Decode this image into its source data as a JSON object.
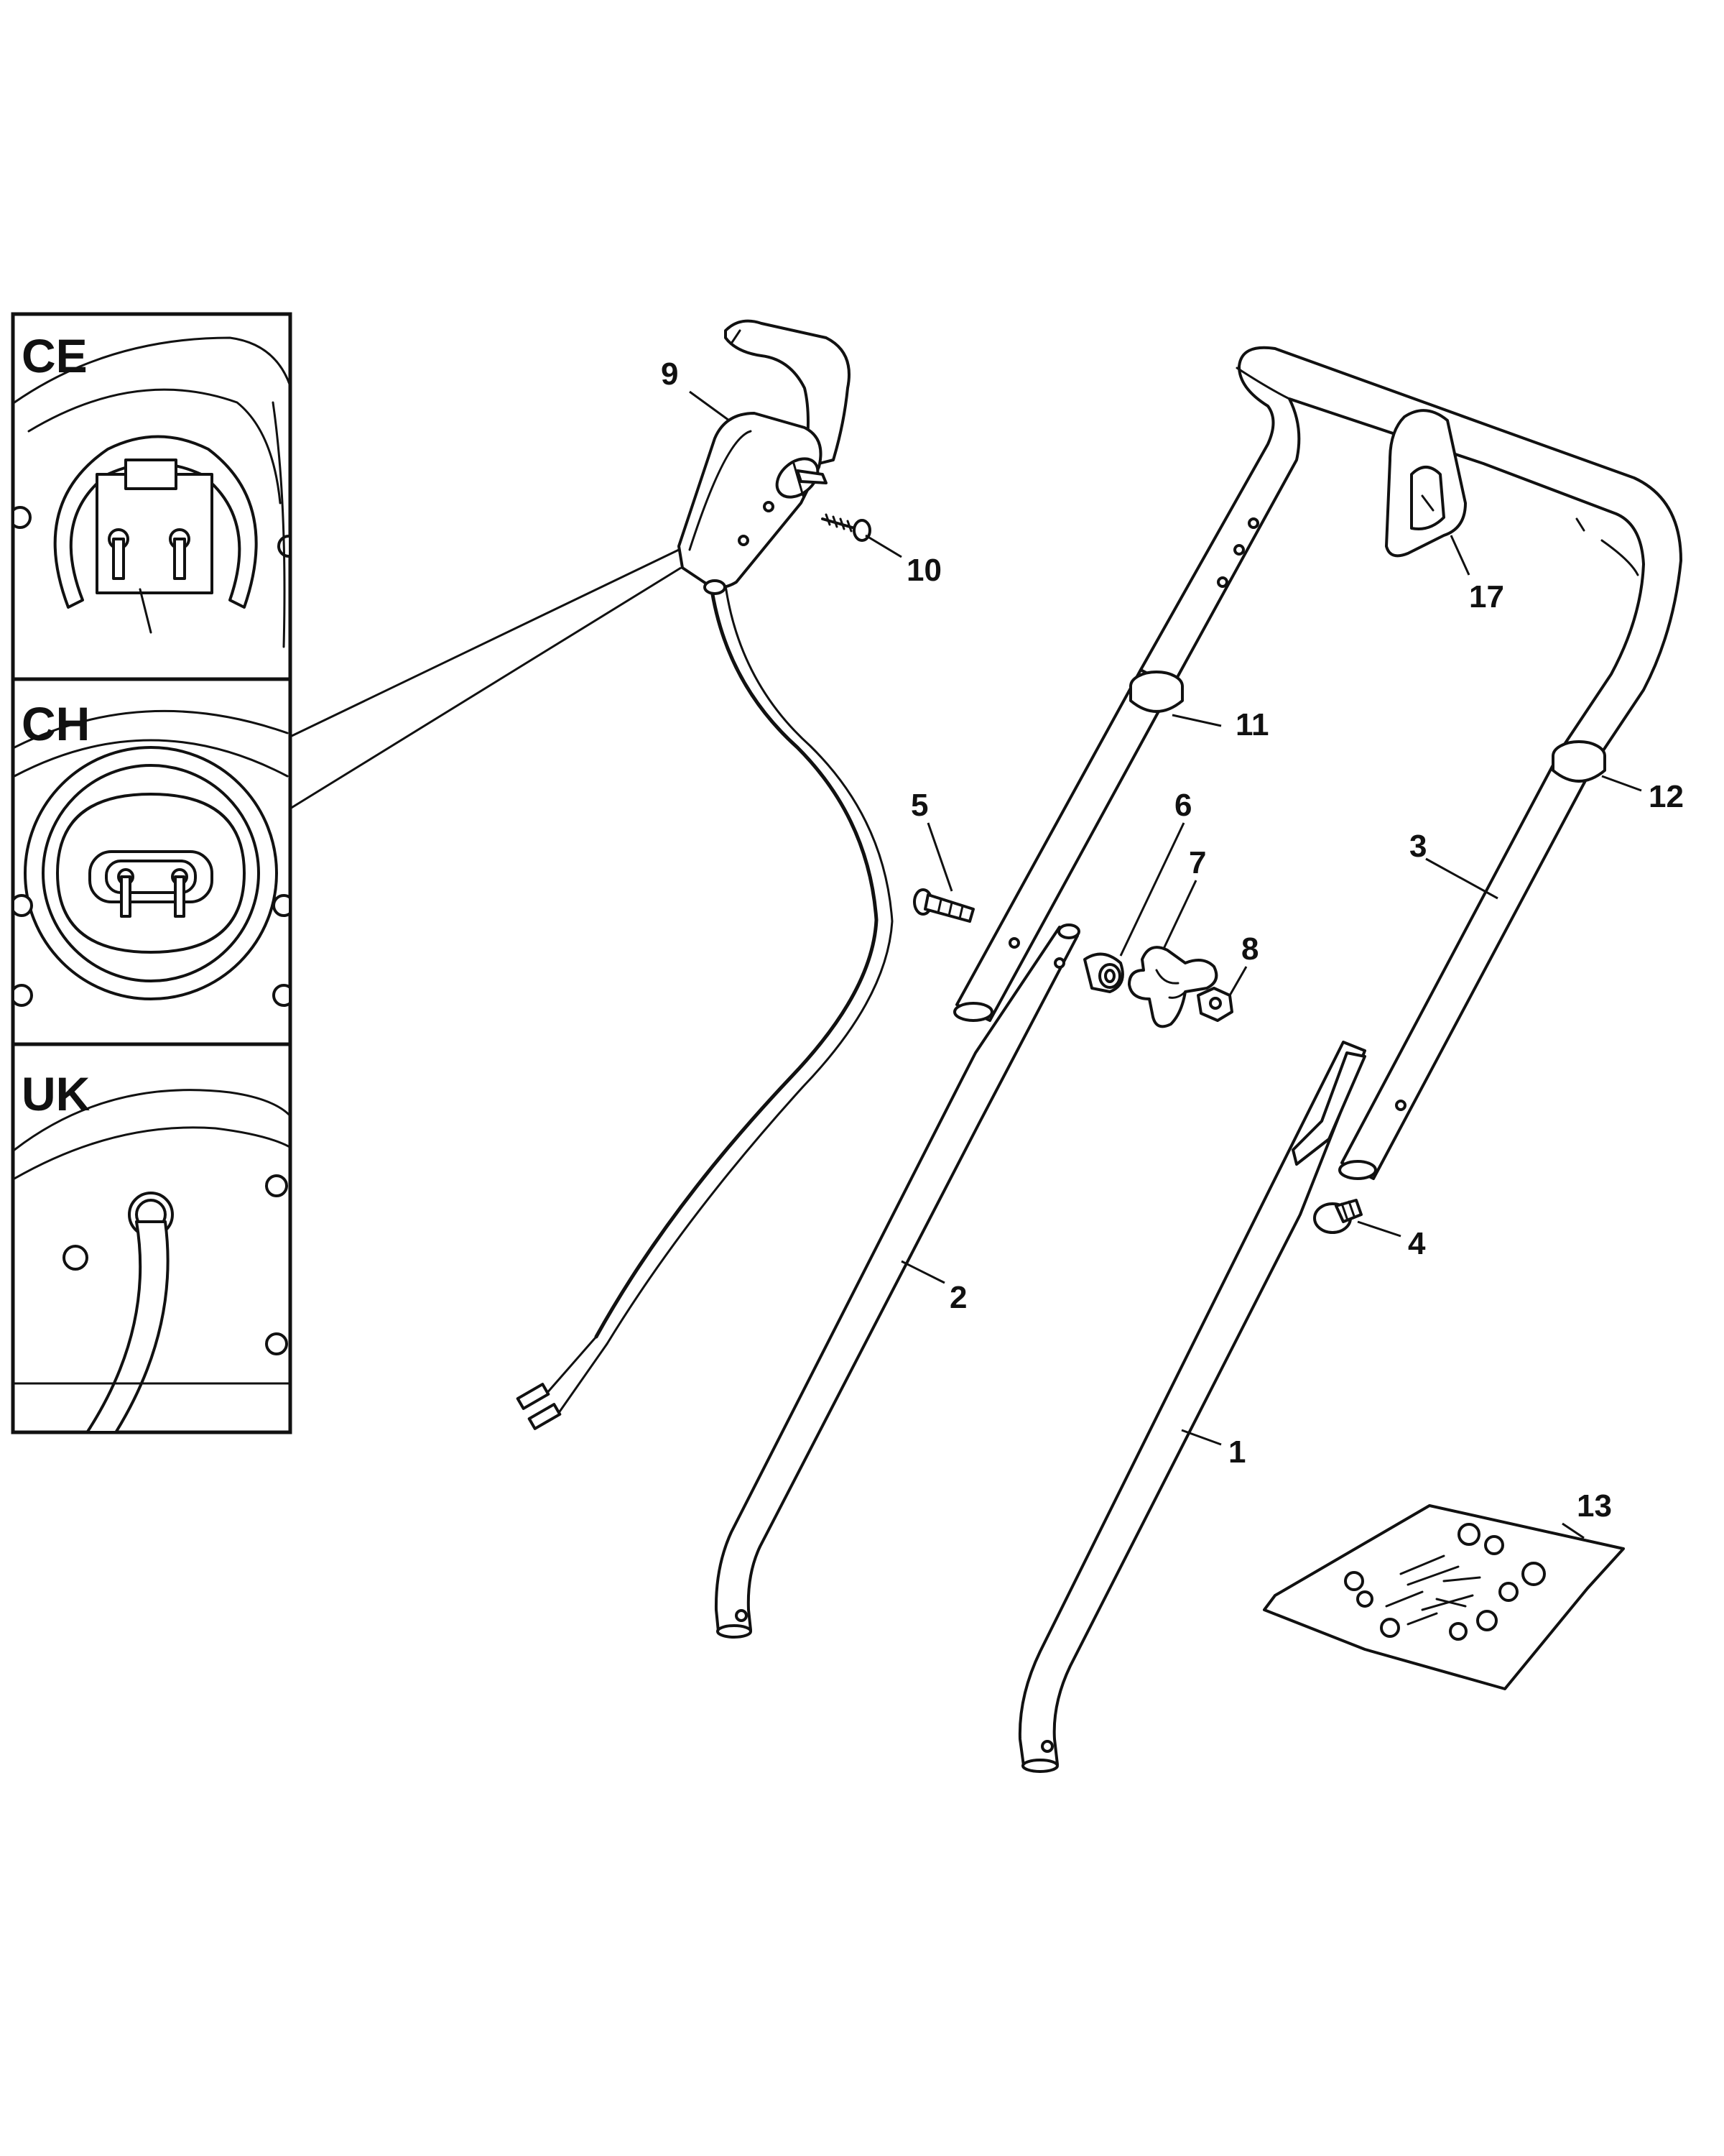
{
  "diagram": {
    "variants": [
      {
        "id": "ce",
        "label": "CE"
      },
      {
        "id": "ch",
        "label": "CH"
      },
      {
        "id": "uk",
        "label": "UK"
      }
    ],
    "callouts": [
      {
        "id": "p9",
        "label": "9"
      },
      {
        "id": "p10",
        "label": "10"
      },
      {
        "id": "p17",
        "label": "17"
      },
      {
        "id": "p11",
        "label": "11"
      },
      {
        "id": "p12",
        "label": "12"
      },
      {
        "id": "p5",
        "label": "5"
      },
      {
        "id": "p6",
        "label": "6"
      },
      {
        "id": "p7",
        "label": "7"
      },
      {
        "id": "p8",
        "label": "8"
      },
      {
        "id": "p3",
        "label": "3"
      },
      {
        "id": "p4",
        "label": "4"
      },
      {
        "id": "p2",
        "label": "2"
      },
      {
        "id": "p1",
        "label": "1"
      },
      {
        "id": "p13",
        "label": "13"
      }
    ]
  }
}
